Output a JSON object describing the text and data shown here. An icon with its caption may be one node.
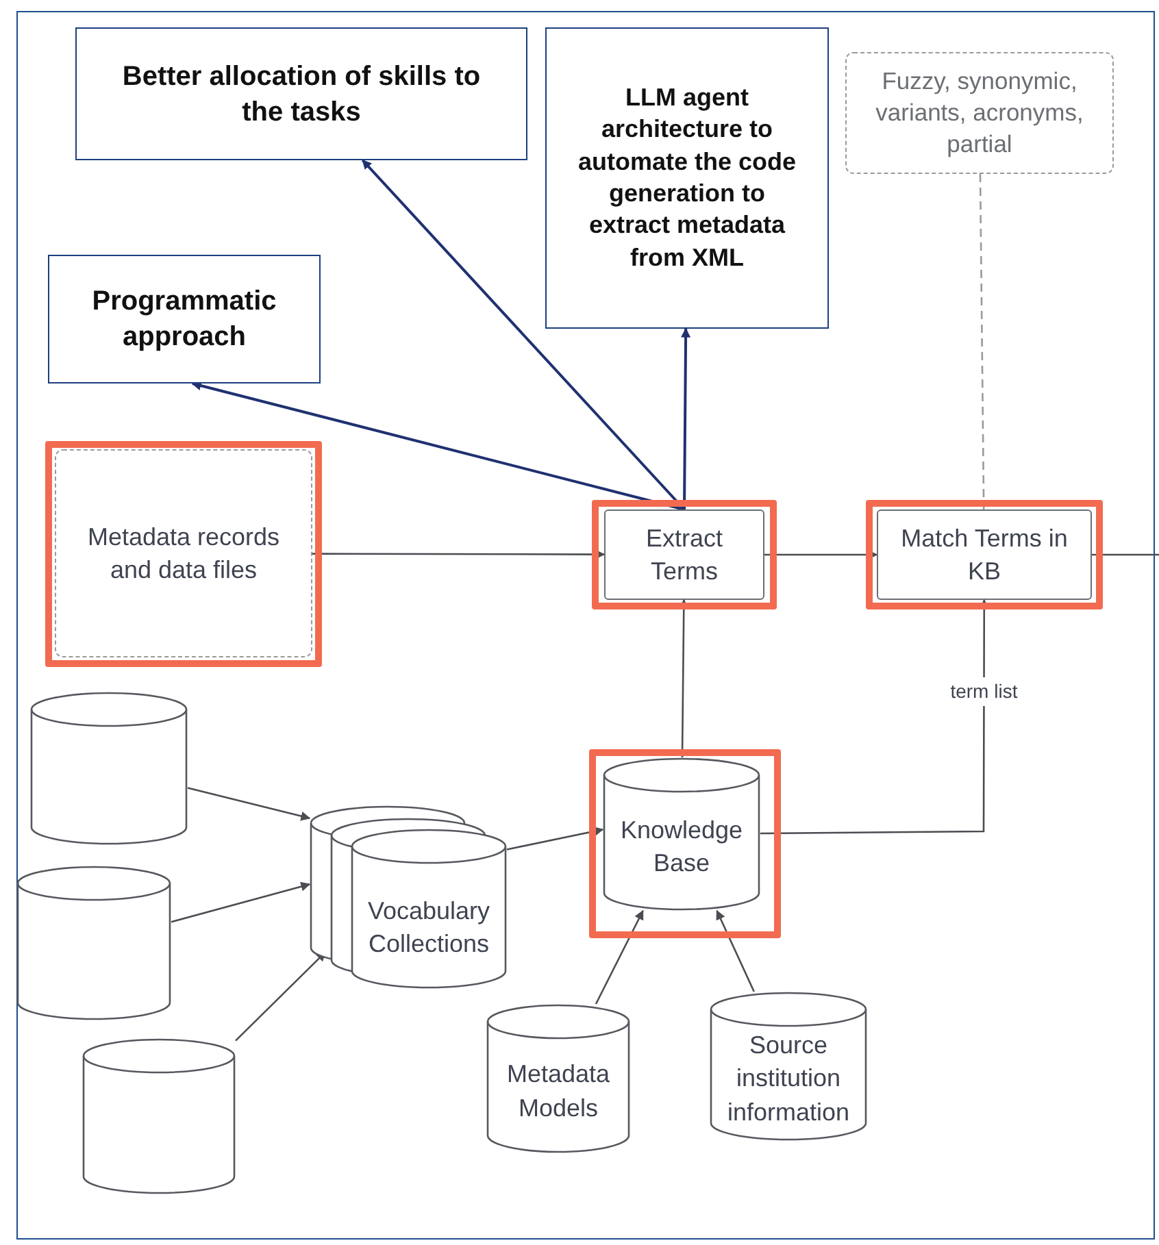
{
  "diagram": {
    "nodes": [
      {
        "text": [
          "Better allocation of skills to the tasks"
        ]
      },
      {
        "text": [
          "LLM agent architecture to automate the code generation to extract metadata from XML"
        ]
      },
      {
        "text": [
          "Fuzzy, synonymic, variants, acronyms, partial"
        ]
      },
      {
        "text": [
          "Programmatic approach"
        ]
      },
      {
        "text": [
          "Metadata records and data files"
        ]
      },
      {
        "text": [
          "Extract Terms"
        ]
      },
      {
        "text": [
          "Match Terms in KB"
        ]
      },
      {
        "text": [],
        "shape": "cylinder"
      },
      {
        "text": [],
        "shape": "cylinder"
      },
      {
        "text": [],
        "shape": "cylinder"
      },
      {
        "text": [
          "Vocabulary Collections"
        ]
      },
      {
        "text": [
          "Knowledge Base"
        ]
      },
      {
        "text": [
          "Metadata Models"
        ]
      },
      {
        "text": [
          "Source institution information"
        ]
      }
    ],
    "edges": [
      {
        "from": 5,
        "to": 0,
        "arrow": "to",
        "color": "#1f3170"
      },
      {
        "from": 5,
        "to": 1,
        "arrow": "to",
        "color": "#1f3170"
      },
      {
        "from": 5,
        "to": 3,
        "arrow": "to",
        "color": "#1f3170"
      },
      {
        "from": 2,
        "to": 6,
        "arrow": "none",
        "style": "dashed",
        "color": "#9a9a9a"
      },
      {
        "from": 4,
        "to": 5,
        "arrow": "to"
      },
      {
        "from": 5,
        "to": 6,
        "arrow": "to"
      },
      {
        "from": 6,
        "to": null,
        "arrow": "none"
      },
      {
        "from": 11,
        "to": 5,
        "arrow": "to"
      },
      {
        "from": 11,
        "to": 6,
        "arrow": "to",
        "label": "term list"
      },
      {
        "from": 7,
        "to": 10,
        "arrow": "to"
      },
      {
        "from": 8,
        "to": 10,
        "arrow": "to"
      },
      {
        "from": 9,
        "to": 10,
        "arrow": "to"
      },
      {
        "from": 10,
        "to": 11,
        "arrow": "to"
      },
      {
        "from": 12,
        "to": 11,
        "arrow": "to"
      },
      {
        "from": 13,
        "to": 11,
        "arrow": "to"
      }
    ]
  }
}
